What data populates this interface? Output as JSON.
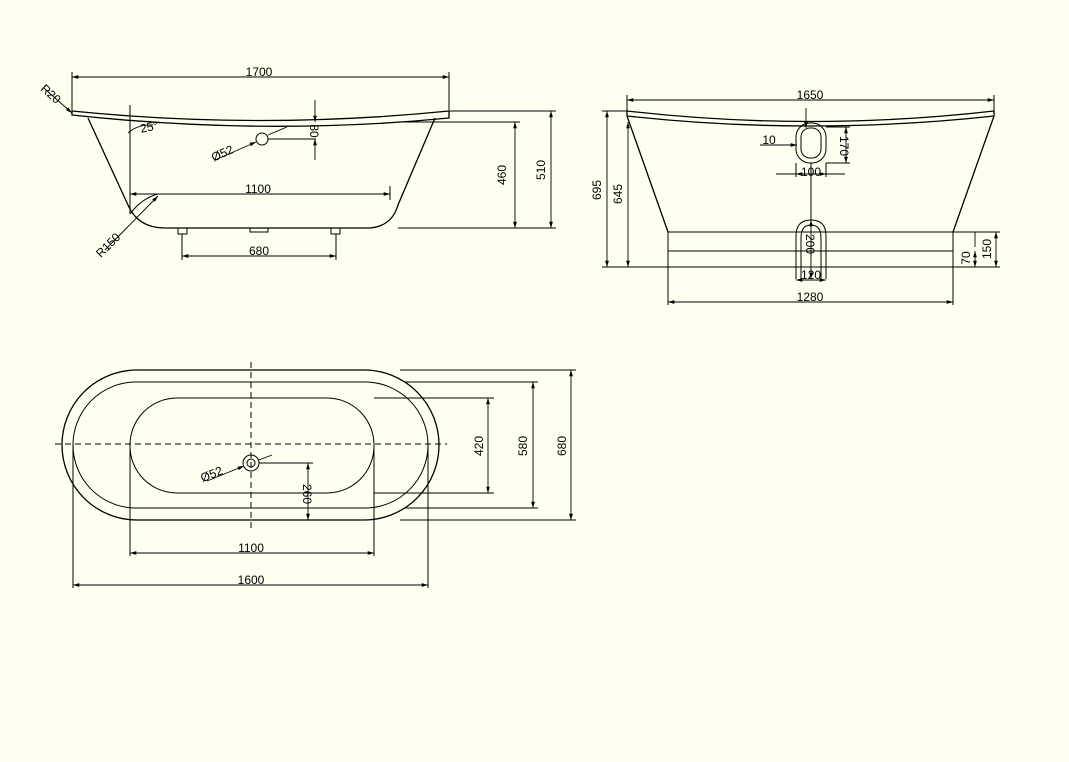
{
  "side_view": {
    "overall_length": "1700",
    "inner_length": "1100",
    "feet_spacing": "680",
    "rim_radius": "R20",
    "bottom_radius": "R150",
    "angle": "25°",
    "overflow_diameter": "Ø52",
    "overflow_drop": "80",
    "inner_depth": "460",
    "overall_height": "510"
  },
  "end_view": {
    "top_width": "1650",
    "overflow_offset": "10",
    "overflow_height": "170",
    "overflow_width": "100",
    "waste_height": "200",
    "waste_width": "120",
    "base_width": "1280",
    "overall_height": "695",
    "height_to_rim": "645",
    "base_height": "150",
    "base_band": "70"
  },
  "plan_view": {
    "inner_flat_length": "1100",
    "inner_length": "1600",
    "waste_diameter": "Ø52",
    "waste_offset": "260",
    "inner_width": "420",
    "rim_inner_width": "580",
    "overall_width": "680"
  },
  "colors": {
    "background": "#fffff0",
    "line": "#000000"
  }
}
